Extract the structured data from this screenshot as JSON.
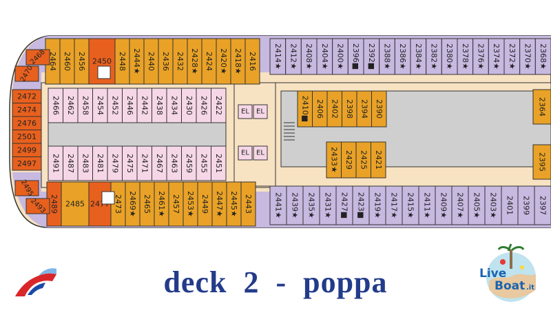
{
  "title": "deck  2  -  poppa",
  "watermark": "LiveBoat.it",
  "colors": {
    "orange": "#e8601e",
    "gold": "#e9a227",
    "pink": "#f6d7e7",
    "lavender": "#c7b9e0",
    "deck": "#f7e2c2",
    "gray": "#cfcfcf",
    "stroke": "#333333",
    "text": "#233b8a"
  },
  "labels": {
    "elevator": "EL"
  },
  "rows": {
    "top_outer": [
      {
        "id": "2464",
        "t": "gold"
      },
      {
        "id": "2460",
        "t": "gold"
      },
      {
        "id": "2456",
        "t": "gold"
      },
      {
        "id": "2450",
        "t": "orange"
      },
      {
        "id": "2448",
        "t": "gold"
      },
      {
        "id": "2444★",
        "t": "gold"
      },
      {
        "id": "2440",
        "t": "gold"
      },
      {
        "id": "2436",
        "t": "gold"
      },
      {
        "id": "2432",
        "t": "gold"
      },
      {
        "id": "2428★",
        "t": "gold"
      },
      {
        "id": "2424",
        "t": "gold"
      },
      {
        "id": "2420★",
        "t": "gold"
      },
      {
        "id": "2418★",
        "t": "gold"
      },
      {
        "id": "2416",
        "t": "gold"
      },
      {
        "id": "2414★",
        "t": "lavender"
      },
      {
        "id": "2412★",
        "t": "lavender"
      },
      {
        "id": "2408★",
        "t": "lavender"
      },
      {
        "id": "2404★",
        "t": "lavender"
      },
      {
        "id": "2400★",
        "t": "lavender"
      },
      {
        "id": "2396■",
        "t": "lavender"
      },
      {
        "id": "2392■",
        "t": "lavender"
      },
      {
        "id": "2388★",
        "t": "lavender"
      },
      {
        "id": "2386★",
        "t": "lavender"
      },
      {
        "id": "2384★",
        "t": "lavender"
      },
      {
        "id": "2382★",
        "t": "lavender"
      },
      {
        "id": "2380★",
        "t": "lavender"
      },
      {
        "id": "2378★",
        "t": "lavender"
      },
      {
        "id": "2376★",
        "t": "lavender"
      },
      {
        "id": "2374★",
        "t": "lavender"
      },
      {
        "id": "2372★",
        "t": "lavender"
      },
      {
        "id": "2370★",
        "t": "lavender"
      },
      {
        "id": "2368★",
        "t": "lavender"
      }
    ],
    "top_inner": [
      {
        "id": "2466"
      },
      {
        "id": "2462"
      },
      {
        "id": "2458"
      },
      {
        "id": "2454"
      },
      {
        "id": "2452"
      },
      {
        "id": "2446"
      },
      {
        "id": "2442"
      },
      {
        "id": "2438"
      },
      {
        "id": "2434"
      },
      {
        "id": "2430"
      },
      {
        "id": "2426"
      },
      {
        "id": "2422"
      }
    ],
    "top_fwd_inner": [
      {
        "id": "2410■"
      },
      {
        "id": "2406"
      },
      {
        "id": "2402"
      },
      {
        "id": "2398"
      },
      {
        "id": "2394"
      },
      {
        "id": "2390"
      }
    ],
    "bottom_inner": [
      {
        "id": "2491"
      },
      {
        "id": "2487"
      },
      {
        "id": "2483"
      },
      {
        "id": "2481"
      },
      {
        "id": "2479"
      },
      {
        "id": "2475"
      },
      {
        "id": "2471"
      },
      {
        "id": "2467"
      },
      {
        "id": "2463"
      },
      {
        "id": "2459"
      },
      {
        "id": "2455"
      },
      {
        "id": "2451"
      }
    ],
    "bottom_fwd_inner": [
      {
        "id": "2433★"
      },
      {
        "id": "2429"
      },
      {
        "id": "2425"
      },
      {
        "id": "2421"
      }
    ],
    "bottom_outer": [
      {
        "id": "2489",
        "t": "orange"
      },
      {
        "id": "2485",
        "t": "gold"
      },
      {
        "id": "2477",
        "t": "orange"
      },
      {
        "id": "2473",
        "t": "gold"
      },
      {
        "id": "2469★",
        "t": "gold"
      },
      {
        "id": "2465",
        "t": "gold"
      },
      {
        "id": "2461★",
        "t": "gold"
      },
      {
        "id": "2457",
        "t": "gold"
      },
      {
        "id": "2453★",
        "t": "gold"
      },
      {
        "id": "2449",
        "t": "gold"
      },
      {
        "id": "2447★",
        "t": "gold"
      },
      {
        "id": "2445★",
        "t": "gold"
      },
      {
        "id": "2443",
        "t": "gold"
      },
      {
        "id": "2441★",
        "t": "lavender"
      },
      {
        "id": "2439★",
        "t": "lavender"
      },
      {
        "id": "2435★",
        "t": "lavender"
      },
      {
        "id": "2431★",
        "t": "lavender"
      },
      {
        "id": "2427■",
        "t": "lavender"
      },
      {
        "id": "2423■",
        "t": "lavender"
      },
      {
        "id": "2419★",
        "t": "lavender"
      },
      {
        "id": "2417★",
        "t": "lavender"
      },
      {
        "id": "2415★",
        "t": "lavender"
      },
      {
        "id": "2411★",
        "t": "lavender"
      },
      {
        "id": "2409★",
        "t": "lavender"
      },
      {
        "id": "2407★",
        "t": "lavender"
      },
      {
        "id": "2405★",
        "t": "lavender"
      },
      {
        "id": "2403★",
        "t": "lavender"
      },
      {
        "id": "2401",
        "t": "lavender"
      },
      {
        "id": "2399",
        "t": "lavender"
      },
      {
        "id": "2397",
        "t": "lavender"
      }
    ],
    "stern_left": [
      {
        "id": "2472"
      },
      {
        "id": "2474"
      },
      {
        "id": "2476"
      },
      {
        "id": "2501"
      },
      {
        "id": "2499"
      },
      {
        "id": "2497"
      }
    ],
    "stern_corners": [
      {
        "id": "2468"
      },
      {
        "id": "2470"
      },
      {
        "id": "2495"
      },
      {
        "id": "2493"
      }
    ],
    "right_edge": [
      {
        "id": "2364"
      },
      {
        "id": "2395"
      }
    ]
  }
}
